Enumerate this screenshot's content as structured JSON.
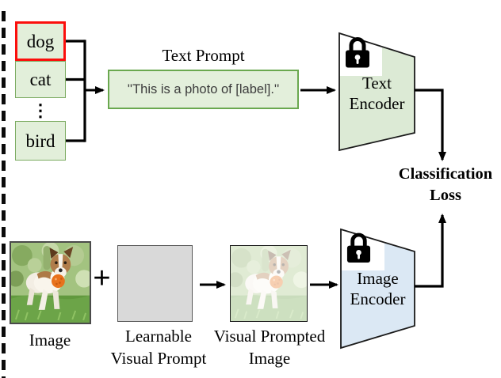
{
  "figure": {
    "class_list": {
      "items": [
        "dog",
        "cat",
        "bird"
      ],
      "highlighted_item": "dog",
      "ellipsis": "⋮"
    },
    "text_branch": {
      "prompt_title": "Text Prompt",
      "prompt_text": "''This is a photo of [label].''",
      "encoder": {
        "line1": "Text",
        "line2": "Encoder"
      }
    },
    "image_branch": {
      "input_label": "Image",
      "plus_sign": "+",
      "learnable_label": {
        "line1": "Learnable",
        "line2": "Visual Prompt"
      },
      "prompted_label": {
        "line1": "Visual Prompted",
        "line2": "Image"
      },
      "encoder": {
        "line1": "Image",
        "line2": "Encoder"
      }
    },
    "loss": {
      "line1": "Classification",
      "line2": "Loss"
    },
    "icons": {
      "lock": "lock-icon (frozen weights padlock)"
    },
    "colors": {
      "class_box_fill": "#e2efda",
      "class_box_border": "#7cab62",
      "highlight_border": "#fb0f0c",
      "prompt_box_fill": "#e3efdb",
      "prompt_box_border": "#6aa84f",
      "text_encoder_fill": "#dcead5",
      "image_encoder_fill": "#dbe8f4",
      "visual_prompt_fill": "#d9d9d9",
      "arrow": "#000000"
    }
  }
}
